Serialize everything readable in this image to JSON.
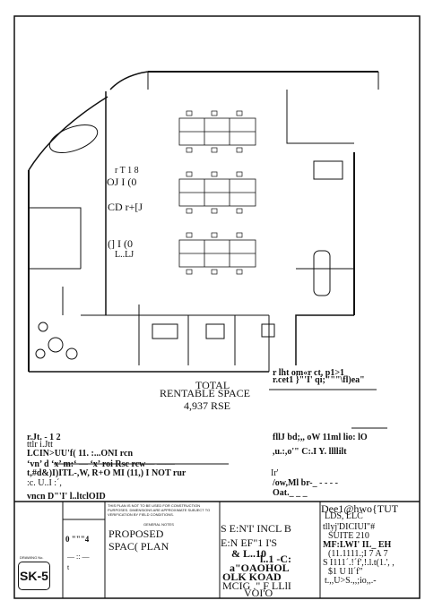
{
  "room_labels": {
    "office_a": "r T 1 8",
    "office_a2": "OJ I   (0",
    "office_b": "CD  r+[J",
    "office_c": "(]   I   (0",
    "office_c2": "L..LJ"
  },
  "area": {
    "title": "TOTAL",
    "subtitle": "RENTABLE SPACE",
    "value": "4,937 RSE"
  },
  "notes_right": {
    "line1": "r lht om«r  ct,    p1>1",
    "line2": "r.cet1  }\"'I' qi;\"\"\"\\fl)ea\"",
    "line3": "fllJ bd;,, oW 11ml lio: lO",
    "line4": ",u.:,o'\" C:.I Y.        llllilt",
    "line5": "Ir'",
    "line6": "/ow,Ml br-_  -  -  -  -",
    "line7": "Oat._ _ _"
  },
  "notes_left": {
    "line1": "r.Jt. - 1 2",
    "line2": "ttlr i.Jtt",
    "line3": "LCIN>UU'f(  11. :...ONI rcn",
    "line4": "‘vn’ d ‘x’ m:‘ — ‘x’ roi Rsc rcw— ——",
    "line5": "t,#d&)I)ITL-,W,  R+O MI (11,) I NOT rur",
    "line6": ":c. U..I :´,",
    "line7": "vncn     D\"'I' l..ltclOID"
  },
  "title_block": {
    "small_print": "THIS PLAN IS NOT TO BE USED FOR CONSTRUCTION PURPOSES. DIMENSIONS ARE APPROXIMATE SUBJECT TO VERIFICATION BY FIELD CONDITIONS.",
    "general_notes": "GENERAL NOTES",
    "revision": "0  \"\"\"4",
    "rev_sub": "— :: —",
    "rev_sub2": "t",
    "drawing_title_1": "PROPOSED",
    "drawing_title_2": "SPAC(  PLAN",
    "addr_1": "S E:N'I' INCL B",
    "addr_2": "E:N EF\"1 I'S",
    "addr_3": "& L..10",
    "addr_4": "l..1 -C:",
    "addr_5": "a\"OAOHOL",
    "addr_6": "OLK KOAD",
    "addr_7": "MCIG .\" F LLlI",
    "addr_8": "VOI'O",
    "firm_1": "Dee1@hwo{TUT",
    "firm_2": "LDS, LLC",
    "firm_3": "tllyj'DICIUI\"#",
    "firm_4": "SUITE 210",
    "firm_5": "MF:LWI'  IL_  EH",
    "firm_6": "(11.1111.;I 7  A 7",
    "firm_7": "S  I111´.!´f',!.l.t(1.',   ,",
    "firm_8": "$1 U  ll´f\"",
    "firm_9": "t.,,U>S.,,;io,,.-"
  },
  "sheet_number": "SK-5",
  "sheet_caption": "DRAWING No."
}
